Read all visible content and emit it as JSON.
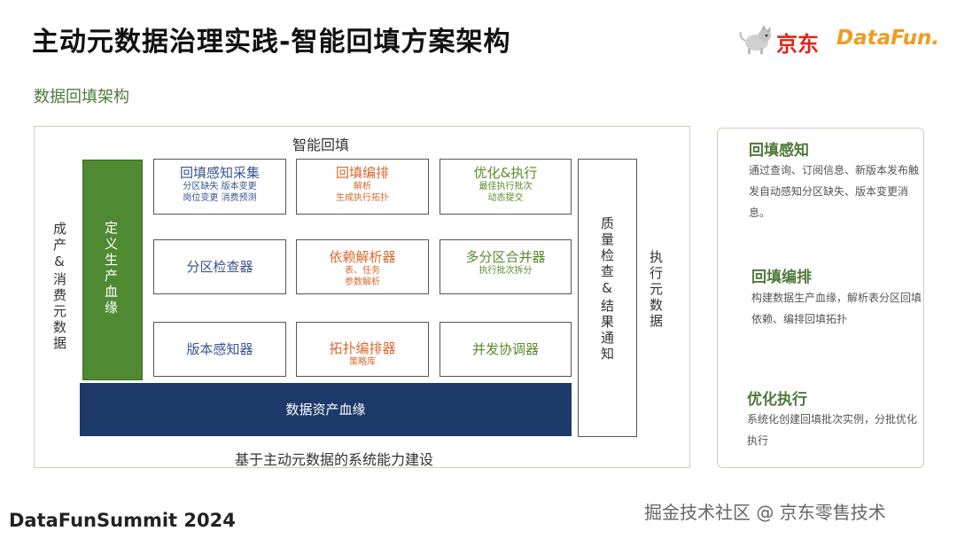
{
  "header": {
    "title": "主动元数据治理实践-智能回填方案架构",
    "subtitle": "数据回填架构",
    "logo_jd": "京东",
    "logo_datafun": "DataFun."
  },
  "diagram": {
    "frame_title": "智能回填",
    "frame_bottom": "基于主动元数据的系统能力建设",
    "left_label": "成产&消费元数据",
    "right_label": "执行元数据",
    "green_column": "定义生产血缘",
    "quality_column": "质量检查&结果通知",
    "base_bar": "数据资产血缘",
    "boxes": [
      {
        "title": "回填感知采集",
        "lines": [
          "分区缺失 版本变更",
          "岗位变更 消费预测"
        ],
        "color": "blue"
      },
      {
        "title": "回填编排",
        "lines": [
          "解析",
          "生成执行拓扑"
        ],
        "color": "orange"
      },
      {
        "title": "优化&执行",
        "lines": [
          "最佳执行批次",
          "动态提交"
        ],
        "color": "green"
      },
      {
        "title": "分区检查器",
        "lines": [],
        "color": "blue"
      },
      {
        "title": "依赖解析器",
        "lines": [
          "表、任务",
          "参数解析"
        ],
        "color": "orange"
      },
      {
        "title": "多分区合并器",
        "lines": [
          "执行批次拆分"
        ],
        "color": "green"
      },
      {
        "title": "版本感知器",
        "lines": [],
        "color": "blue"
      },
      {
        "title": "拓扑编排器",
        "lines": [
          "策略库"
        ],
        "color": "orange"
      },
      {
        "title": "并发协调器",
        "lines": [],
        "color": "green"
      }
    ]
  },
  "side_panel": {
    "sections": [
      {
        "title": "回填感知",
        "text": "通过查询、订阅信息、新版本发布触发自动感知分区缺失、版本变更消息。"
      },
      {
        "title": "回填编排",
        "text": "构建数据生产血缘，解析表分区回填依赖、编排回填拓扑"
      },
      {
        "title": "优化执行",
        "text": "系统化创建回填批次实例，分批优化执行"
      }
    ]
  },
  "footer": {
    "left": "DataFunSummit 2024",
    "right": "掘金技术社区 @ 京东零售技术"
  },
  "colors": {
    "green": "#4f8a33",
    "navy": "#1d3a6a",
    "orange": "#d9682e",
    "blue": "#3a5490",
    "accent_green": "#4e7a3a"
  }
}
